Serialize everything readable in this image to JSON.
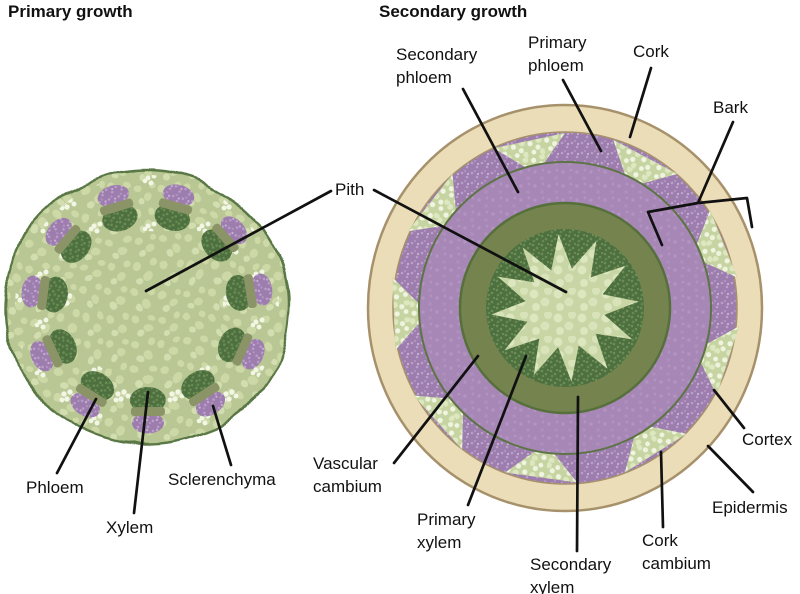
{
  "titles": {
    "primary": "Primary growth",
    "secondary": "Secondary growth"
  },
  "labels": {
    "pith": "Pith",
    "phloem": "Phloem",
    "xylem": "Xylem",
    "sclerenchyma": "Sclerenchyma",
    "secondary_phloem": "Secondary phloem",
    "primary_phloem": "Primary phloem",
    "cork": "Cork",
    "bark": "Bark",
    "cortex": "Cortex",
    "epidermis": "Epidermis",
    "cork_cambium": "Cork cambium",
    "secondary_xylem": "Secondary xylem",
    "primary_xylem": "Primary xylem",
    "vascular_cambium": "Vascular cambium"
  },
  "colors": {
    "tan": "#ebddb8",
    "tan_border": "#a6916b",
    "ground": "#b9c795",
    "pith_light": "#c8d5a4",
    "purple_patch": "#9c7dad",
    "secondary_phloem_ring": "#a687b5",
    "olive": "#75834f",
    "dark_green": "#4e7040",
    "phloem_band": "#8b9466",
    "outline_green": "#5a7845",
    "ring_line": "#5d7444",
    "leader_line": "#111111"
  }
}
